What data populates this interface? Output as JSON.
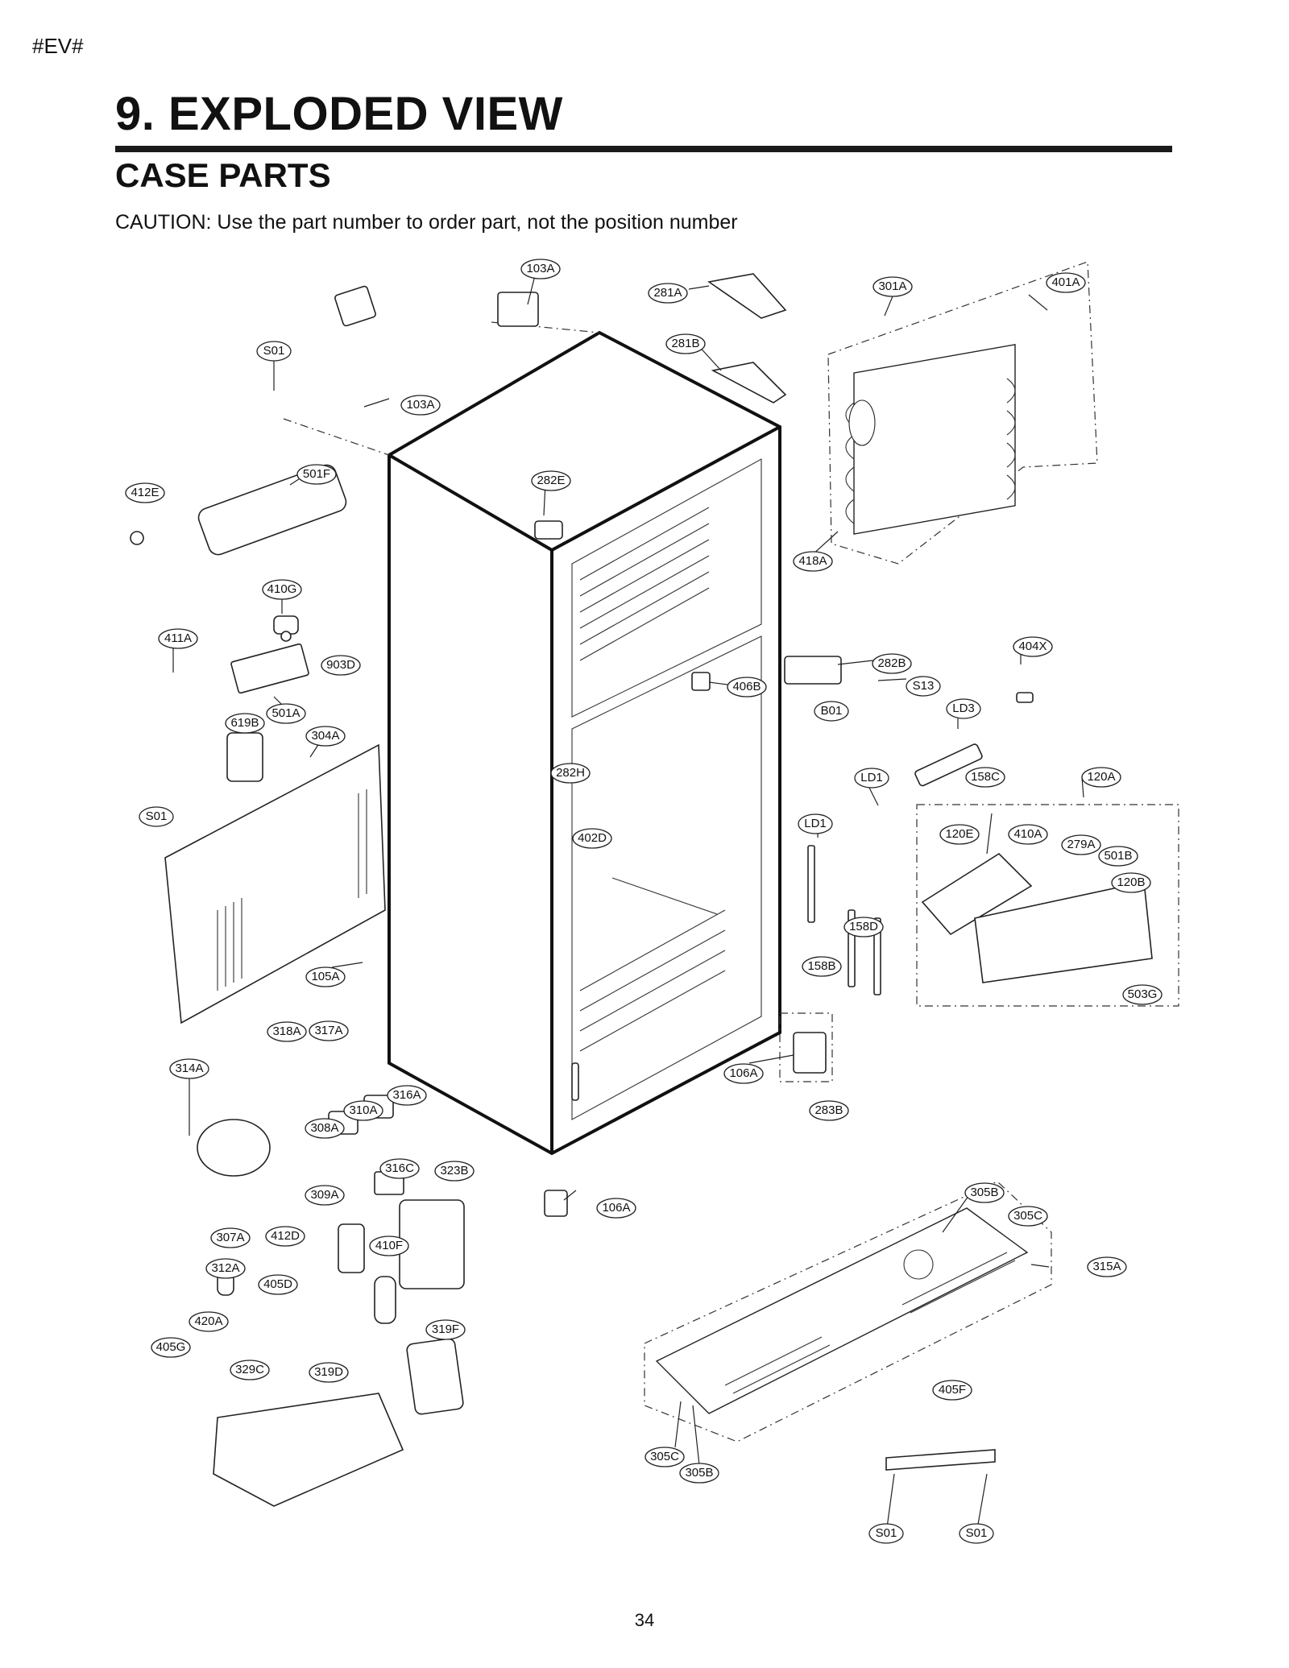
{
  "header": {
    "tag": "#EV#",
    "section_title": "9. EXPLODED VIEW",
    "subtitle": "CASE PARTS",
    "caution": "CAUTION: Use the part number to order part, not the position number"
  },
  "footer": {
    "page_number": "34"
  },
  "callouts": [
    "103A",
    "281A",
    "301A",
    "401A",
    "S01",
    "281B",
    "103A",
    "412E",
    "501F",
    "282E",
    "418A",
    "410G",
    "411A",
    "903D",
    "282B",
    "404X",
    "406B",
    "S13",
    "B01",
    "501A",
    "LD3",
    "619B",
    "304A",
    "282H",
    "LD1",
    "158C",
    "120A",
    "S01",
    "LD1",
    "120E",
    "410A",
    "279A",
    "402D",
    "501B",
    "120B",
    "158D",
    "158B",
    "503G",
    "105A",
    "318A",
    "317A",
    "314A",
    "106A",
    "316A",
    "283B",
    "310A",
    "308A",
    "316C",
    "323B",
    "106A",
    "305B",
    "309A",
    "305C",
    "307A",
    "412D",
    "410F",
    "315A",
    "312A",
    "405D",
    "420A",
    "319F",
    "405G",
    "329C",
    "319D",
    "405F",
    "305C",
    "305B",
    "S01",
    "S01"
  ]
}
